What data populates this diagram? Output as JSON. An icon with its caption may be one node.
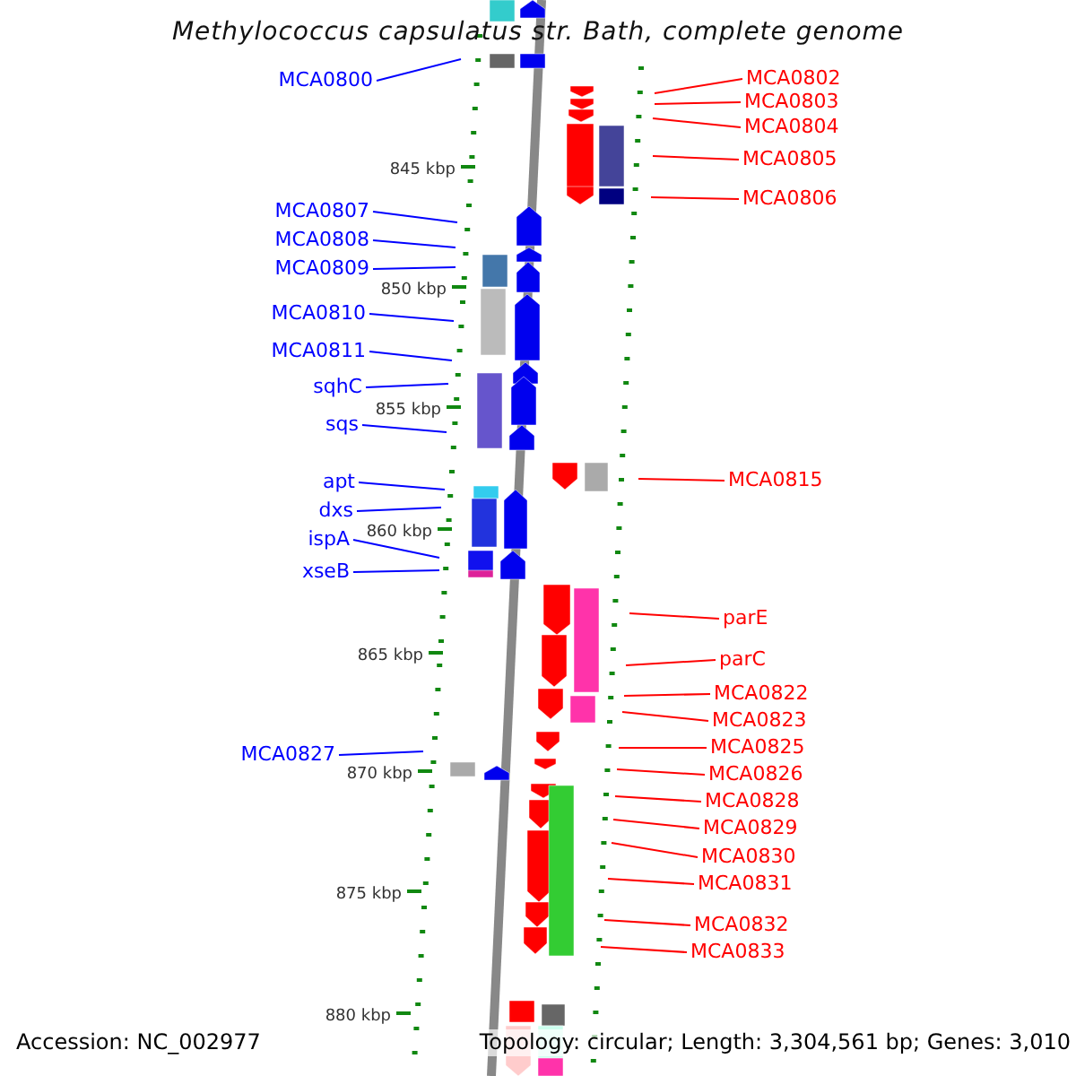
{
  "diagram": {
    "title": "Methylococcus capsulatus str. Bath, complete genome",
    "nodes": [
      {
        "text": [
          "MCA0800"
        ]
      },
      {
        "text": [
          "MCA0802"
        ]
      },
      {
        "text": [
          "MCA0803"
        ]
      },
      {
        "text": [
          "MCA0804"
        ]
      },
      {
        "text": [
          "MCA0805"
        ]
      },
      {
        "text": [
          "MCA0806"
        ]
      },
      {
        "text": [
          "MCA0807"
        ]
      },
      {
        "text": [
          "MCA0808"
        ]
      },
      {
        "text": [
          "MCA0809"
        ]
      },
      {
        "text": [
          "MCA0810"
        ]
      },
      {
        "text": [
          "MCA0811"
        ]
      },
      {
        "text": [
          "sqhC"
        ]
      },
      {
        "text": [
          "sqs"
        ]
      },
      {
        "text": [
          "apt"
        ]
      },
      {
        "text": [
          "MCA0815"
        ]
      },
      {
        "text": [
          "dxs"
        ]
      },
      {
        "text": [
          "ispA"
        ]
      },
      {
        "text": [
          "xseB"
        ]
      },
      {
        "text": [
          "parE"
        ]
      },
      {
        "text": [
          "parC"
        ]
      },
      {
        "text": [
          "MCA0822"
        ]
      },
      {
        "text": [
          "MCA0823"
        ]
      },
      {
        "text": [
          "MCA0825"
        ]
      },
      {
        "text": [
          "MCA0827"
        ]
      },
      {
        "text": [
          "MCA0826"
        ]
      },
      {
        "text": [
          "MCA0828"
        ]
      },
      {
        "text": [
          "MCA0829"
        ]
      },
      {
        "text": [
          "MCA0830"
        ]
      },
      {
        "text": [
          "MCA0831"
        ]
      },
      {
        "text": [
          "MCA0832"
        ]
      },
      {
        "text": [
          "MCA0833"
        ]
      }
    ],
    "edges": [
      {
        "from": 0,
        "to": null,
        "arrow": "none",
        "color": "#0000ff"
      },
      {
        "from": 1,
        "to": null,
        "arrow": "none"
      },
      {
        "from": 2,
        "to": null,
        "arrow": "none"
      },
      {
        "from": 3,
        "to": null,
        "arrow": "none"
      },
      {
        "from": 4,
        "to": null,
        "arrow": "none"
      },
      {
        "from": 5,
        "to": null,
        "arrow": "none"
      },
      {
        "from": 6,
        "to": null,
        "arrow": "none",
        "color": "#0000ff"
      },
      {
        "from": 7,
        "to": null,
        "arrow": "none",
        "color": "#0000ff"
      },
      {
        "from": 8,
        "to": null,
        "arrow": "none",
        "color": "#0000ff"
      },
      {
        "from": 9,
        "to": null,
        "arrow": "none",
        "color": "#0000ff"
      },
      {
        "from": 10,
        "to": null,
        "arrow": "none",
        "color": "#0000ff"
      },
      {
        "from": 11,
        "to": null,
        "arrow": "none",
        "color": "#0000ff"
      },
      {
        "from": 12,
        "to": null,
        "arrow": "none",
        "color": "#0000ff"
      },
      {
        "from": 13,
        "to": null,
        "arrow": "none",
        "color": "#0000ff"
      },
      {
        "from": 14,
        "to": null,
        "arrow": "none"
      },
      {
        "from": 15,
        "to": null,
        "arrow": "none",
        "color": "#0000ff"
      },
      {
        "from": 16,
        "to": null,
        "arrow": "none",
        "color": "#0000ff"
      },
      {
        "from": 17,
        "to": null,
        "arrow": "none",
        "color": "#0000ff"
      },
      {
        "from": 18,
        "to": null,
        "arrow": "none"
      },
      {
        "from": 19,
        "to": null,
        "arrow": "none"
      },
      {
        "from": 20,
        "to": null,
        "arrow": "none"
      },
      {
        "from": 21,
        "to": null,
        "arrow": "none"
      },
      {
        "from": 22,
        "to": null,
        "arrow": "none"
      },
      {
        "from": 23,
        "to": null,
        "arrow": "none",
        "color": "#0000ff"
      },
      {
        "from": 24,
        "to": null,
        "arrow": "none"
      },
      {
        "from": 25,
        "to": null,
        "arrow": "none"
      },
      {
        "from": 26,
        "to": null,
        "arrow": "none"
      },
      {
        "from": 27,
        "to": null,
        "arrow": "none"
      },
      {
        "from": 28,
        "to": null,
        "arrow": "none"
      },
      {
        "from": 29,
        "to": null,
        "arrow": "none"
      },
      {
        "from": 30,
        "to": null,
        "arrow": "none"
      }
    ],
    "labels": [
      "845 kbp",
      "850 kbp",
      "855 kbp",
      "860 kbp",
      "865 kbp",
      "870 kbp",
      "875 kbp",
      "880 kbp",
      "Accession: NC_002977",
      "Topology: circular; Length: 3,304,561 bp; Genes: 3,010"
    ]
  }
}
